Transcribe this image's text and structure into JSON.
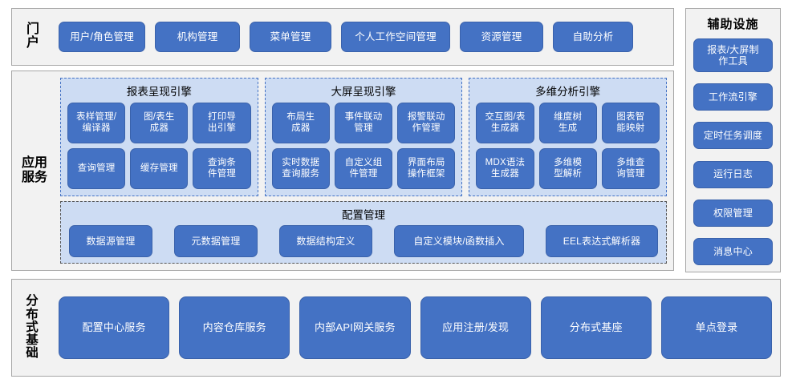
{
  "colors": {
    "chip_fill": "#4472C4",
    "chip_border": "#3A62AB",
    "panel_fill": "#CDDCF3",
    "band_fill": "#F2F2F2",
    "band_border": "#A6A6A6",
    "dashed_border": "#4472C4",
    "text_on_chip": "#FFFFFF"
  },
  "portal": {
    "label": "门\n户",
    "items": [
      {
        "label": "用户/角色管理"
      },
      {
        "label": "机构管理"
      },
      {
        "label": "菜单管理"
      },
      {
        "label": "个人工作空间管理"
      },
      {
        "label": "资源管理"
      },
      {
        "label": "自助分析"
      }
    ]
  },
  "aux": {
    "title": "辅助设施",
    "items": [
      {
        "label": "报表/大屏制\n作工具"
      },
      {
        "label": "工作流引擎"
      },
      {
        "label": "定时任务调度"
      },
      {
        "label": "运行日志"
      },
      {
        "label": "权限管理"
      },
      {
        "label": "消息中心"
      }
    ]
  },
  "app_service": {
    "label": "应用\n服务",
    "engines": [
      {
        "title": "报表呈现引擎",
        "items": [
          {
            "label": "表样管理/\n编译器"
          },
          {
            "label": "图/表生\n成器"
          },
          {
            "label": "打印导\n出引擎"
          },
          {
            "label": "查询管理"
          },
          {
            "label": "缓存管理"
          },
          {
            "label": "查询条\n件管理"
          }
        ]
      },
      {
        "title": "大屏呈现引擎",
        "items": [
          {
            "label": "布局生\n成器"
          },
          {
            "label": "事件联动\n管理"
          },
          {
            "label": "报警联动\n作管理"
          },
          {
            "label": "实时数据\n查询服务"
          },
          {
            "label": "自定义组\n件管理"
          },
          {
            "label": "界面布局\n操作框架"
          }
        ]
      },
      {
        "title": "多维分析引擎",
        "items": [
          {
            "label": "交互图/表\n生成器"
          },
          {
            "label": "维度树\n生成"
          },
          {
            "label": "图表智\n能映射"
          },
          {
            "label": "MDX语法\n生成器"
          },
          {
            "label": "多维模\n型解析"
          },
          {
            "label": "多维查\n询管理"
          }
        ]
      }
    ],
    "config": {
      "title": "配置管理",
      "items": [
        {
          "label": "数据源管理"
        },
        {
          "label": "元数据管理"
        },
        {
          "label": "数据结构定义"
        },
        {
          "label": "自定义模块/函数插入"
        },
        {
          "label": "EEL表达式解析器"
        }
      ]
    }
  },
  "distributed_base": {
    "label": "分\n布\n式\n基\n础",
    "items": [
      {
        "label": "配置中心服务"
      },
      {
        "label": "内容仓库服务"
      },
      {
        "label": "内部API网关服务"
      },
      {
        "label": "应用注册/发现"
      },
      {
        "label": "分布式基座"
      },
      {
        "label": "单点登录"
      }
    ]
  }
}
